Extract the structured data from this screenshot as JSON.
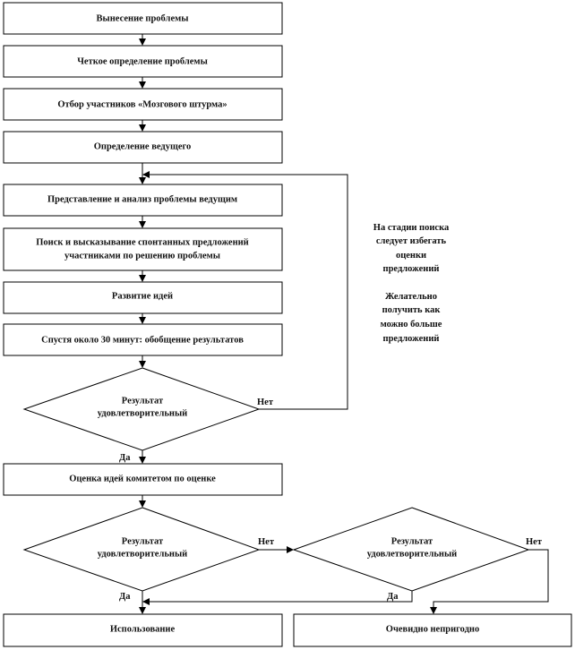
{
  "boxes": {
    "b1": "Вынесение проблемы",
    "b2": "Четкое определение проблемы",
    "b3": "Отбор участников «Мозгового штурма»",
    "b4": "Определение ведущего",
    "b5": "Представление и анализ проблемы ведущим",
    "b6": [
      "Поиск и высказывание спонтанных предложений",
      "участниками по решению проблемы"
    ],
    "b7": "Развитие идей",
    "b8": "Спустя около 30 минут: обобщение результатов",
    "b9": "Оценка идей комитетом по оценке",
    "b10": "Использование",
    "b11": "Очевидно непригодно"
  },
  "decisions": {
    "d1": [
      "Результат",
      "удовлетворительный"
    ],
    "d2": [
      "Результат",
      "удовлетворительный"
    ],
    "d3": [
      "Результат",
      "удовлетворительный"
    ]
  },
  "labels": {
    "yes": "Да",
    "no": "Нет"
  },
  "note": {
    "lines1": [
      "На стадии поиска",
      "следует избегать",
      "оценки",
      "предложений"
    ],
    "lines2": [
      "Желательно",
      "получить как",
      "можно больше",
      "предложений"
    ]
  }
}
